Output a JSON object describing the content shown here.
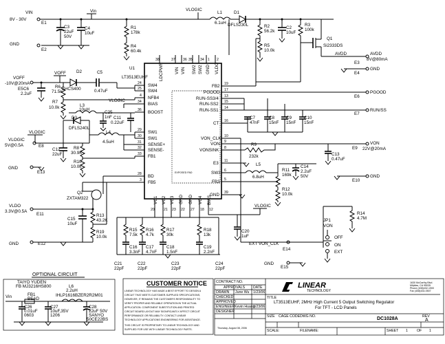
{
  "schematic": {
    "ic": {
      "ref": "U1",
      "part": "LT3513EUHF",
      "exposed_pad": "EXPOSED PAD",
      "left_pins": [
        {
          "name": "SW4",
          "num": "24"
        },
        {
          "name": "SW4",
          "num": "25"
        },
        {
          "name": "NFB4",
          "num": "4"
        },
        {
          "name": "BIAS",
          "num": "34"
        },
        {
          "name": "BOOST",
          "num": "36"
        },
        {
          "name": "SW1",
          "num": "29"
        },
        {
          "name": "SW1",
          "num": "30"
        },
        {
          "name": "SENSE+",
          "num": "31"
        },
        {
          "name": "SENSE-",
          "num": "32"
        },
        {
          "name": "FB1",
          "num": "33"
        },
        {
          "name": "BD",
          "num": "28"
        },
        {
          "name": "FB5",
          "num": "3"
        }
      ],
      "top_pins": [
        {
          "name": "LDCPWR",
          "num": "38"
        },
        {
          "name": "VIN",
          "num": "37"
        },
        {
          "name": "VIN",
          "num": "36"
        },
        {
          "name": "SW2",
          "num": "35"
        },
        {
          "name": "SW2",
          "num": "34"
        },
        {
          "name": "GND",
          "num": "1"
        },
        {
          "name": "VLDO",
          "num": "2"
        }
      ],
      "right_pins": [
        {
          "name": "FB2",
          "num": "19"
        },
        {
          "name": "PGOOD",
          "num": "17"
        },
        {
          "name": "RUN-SS3/4",
          "num": "13"
        },
        {
          "name": "RUN-SS2",
          "num": "15"
        },
        {
          "name": "RUN-SS1",
          "num": "14"
        },
        {
          "name": "CT",
          "num": "16"
        },
        {
          "name": "VON_CLK",
          "num": "10"
        },
        {
          "name": "VON",
          "num": "9"
        },
        {
          "name": "VONSINK",
          "num": "8"
        },
        {
          "name": "E3",
          "num": "11"
        },
        {
          "name": "SW3",
          "num": "6"
        },
        {
          "name": "FB3",
          "num": "5"
        },
        {
          "name": "GND",
          "num": "39"
        }
      ],
      "bottom_pins": [
        {
          "name": "VC1",
          "num": "20"
        },
        {
          "name": "VC2",
          "num": "21"
        },
        {
          "name": "VC3",
          "num": "23"
        },
        {
          "name": "GND",
          "num": "22"
        },
        {
          "name": "GND",
          "num": "27"
        },
        {
          "name": "VC4",
          "num": "18"
        },
        {
          "name": "BIAS",
          "num": "12"
        }
      ]
    },
    "terminals": {
      "vin": [
        "VIN",
        "8V - 30V",
        "E1"
      ],
      "gnd_e2": [
        "GND",
        "E2"
      ],
      "voff": [
        "VOFF",
        "-10V@20mA",
        "E5"
      ],
      "vlogic_e8": [
        "VLOGIC",
        "5V@0.5A",
        "E8"
      ],
      "gnd_e13": [
        "GND",
        "E13"
      ],
      "vldo": [
        "VLDO",
        "3.3V@0.5A",
        "E11"
      ],
      "gnd_e12": [
        "GND",
        "E12"
      ],
      "avdd": [
        "AVDD",
        "8V@80mA",
        "E3"
      ],
      "gnd_e4": [
        "GND",
        "E4"
      ],
      "pgood": [
        "PGOOD",
        "E6"
      ],
      "runss": [
        "RUN/SS",
        "E7"
      ],
      "von": [
        "VON",
        "22V@20mA",
        "E9"
      ],
      "gnd_e10": [
        "GND",
        "E10"
      ],
      "von_clk": [
        "EXT VON_CLK",
        "E14"
      ],
      "gnd_e15": [
        "GND",
        "E15"
      ]
    },
    "parts": {
      "c3": [
        "C3",
        "22uF",
        "50V"
      ],
      "c4": [
        "C4",
        "10uF"
      ],
      "r1": [
        "R1",
        "178k"
      ],
      "r4": [
        "R4",
        "60.4k"
      ],
      "l1": [
        "L1",
        "6.1uH"
      ],
      "d1": [
        "D1",
        "DFLS230L"
      ],
      "r2": [
        "R2",
        "56.2k"
      ],
      "r5": [
        "R5",
        "10.0k"
      ],
      "c2": [
        "C2",
        "10uF"
      ],
      "r3": [
        "R3",
        "100k"
      ],
      "q1": [
        "Q1",
        "Si2333DS"
      ],
      "avdd_net": "AVDD",
      "d2": [
        "D2",
        "ZHCS400"
      ],
      "c5": [
        "C5",
        "0.47uF"
      ],
      "c6": [
        "C6",
        "2.2uF"
      ],
      "r6": [
        "R6",
        "71.5k"
      ],
      "r7": [
        "R7",
        "10.0k"
      ],
      "l3": [
        "L3",
        "10uH"
      ],
      "c25": [
        "C25",
        "1nF"
      ],
      "c11": [
        "C11",
        "0.22uF"
      ],
      "d3": [
        "D3",
        "DFLS240L"
      ],
      "l4": [
        "L4",
        "4.5uH"
      ],
      "c12": [
        "C12",
        "22uF"
      ],
      "r8": [
        "R8",
        "30.9K"
      ],
      "r10": [
        "R10",
        "10.0k"
      ],
      "q2": [
        "Q2",
        "ZXTAM322"
      ],
      "r13": [
        "R13",
        "43.2K"
      ],
      "c15": [
        "C15",
        "10uF"
      ],
      "r19": [
        "R19",
        "10.0k"
      ],
      "c7": [
        "C7",
        "47nF"
      ],
      "c8": [
        "C8",
        "15nF"
      ],
      "c9": [
        "C9",
        "15nF"
      ],
      "c10": [
        "C10",
        "15nF"
      ],
      "r9": [
        "R9",
        "232k"
      ],
      "c13": [
        "C13",
        "0.47uF"
      ],
      "l5": [
        "L5",
        "6.8uH"
      ],
      "r11": [
        "R11",
        "169k"
      ],
      "c14": [
        "C14",
        "2.2uF",
        "50V"
      ],
      "r12": [
        "R12",
        "10.0k"
      ],
      "r15": [
        "R15",
        "7.5k"
      ],
      "c16": [
        "C16",
        "3.3nF"
      ],
      "r16": [
        "R16",
        "4.7k"
      ],
      "c17": [
        "C17",
        "4.7nF"
      ],
      "r17": [
        "R17",
        "30k"
      ],
      "c18": [
        "C18",
        "1.5nF"
      ],
      "r18": [
        "R18",
        "13k"
      ],
      "c19": [
        "C19",
        "2.2nF"
      ],
      "c20": [
        "C20",
        "1uF"
      ],
      "c21": [
        "C21",
        "22pF"
      ],
      "c22": [
        "C22",
        "22pF"
      ],
      "c23": [
        "C23",
        "22pF"
      ],
      "c24": [
        "C24",
        "22pF"
      ],
      "jp1": [
        "JP1",
        "VON"
      ],
      "jp_states": [
        "OFF",
        "ON",
        "EXT"
      ],
      "r14": [
        "R14",
        "4.7M"
      ]
    },
    "nets": {
      "vlogic": "VLOGIC",
      "vin": "Vin",
      "voff": "VOFF"
    }
  },
  "optional_circuit": {
    "title": "OPTIONAL CIRCUIT",
    "maker": "TAIYO YUDEN",
    "fb_part": "FB  MJ3216HS800",
    "fb1": [
      "FB1",
      "BEAD"
    ],
    "l6": [
      "L6",
      "2.2uH",
      "IHLP1616BZER2R2M01"
    ],
    "vin": "Vin",
    "c26": [
      "C26",
      "0.01uF",
      "0603"
    ],
    "c27": [
      "C27",
      "10uF,35V",
      "1206"
    ],
    "c28": [
      "C28",
      "22uF 50V",
      "SANYO",
      "50CE22BS"
    ]
  },
  "notice": {
    "title": "CUSTOMER NOTICE",
    "lines": [
      "LINEAR TECHNOLOGY HAS MADE A BEST EFFORT TO DESIGN A",
      "CIRCUIT THAT MEETS CUSTOMER-SUPPLIED SPECIFICATIONS;",
      "HOWEVER, IT REMAINS THE CUSTOMER'S RESPONSIBILITY TO",
      "VERIFY PROPER AND RELIABLE OPERATION IN THE ACTUAL",
      "APPLICATION. COMPONENT SUBSTITUTION AND PRINTED",
      "CIRCUIT BOARD LAYOUT MAY SIGNIFICANTLY AFFECT CIRCUIT",
      "PERFORMANCE OR RELIABILITY. CONTACT LINEAR",
      "TECHNOLOGY APPLICATIONS ENGINEERING FOR ASSISTANCE.",
      "THIS CIRCUIT IS PROPRIETARY TO LINEAR TECHNOLOGY AND",
      "SUPPLIED FOR USE WITH LINEAR TECHNOLOGY PARTS."
    ]
  },
  "title_block": {
    "contract_no": "CONTRACT NO.",
    "approvals": "APPROVALS",
    "date": "DATE",
    "rows": [
      {
        "role": "DRAWN",
        "name": "June Wu",
        "date": "1/23/06"
      },
      {
        "role": "CHECKED",
        "name": "",
        "date": ""
      },
      {
        "role": "APPROVED",
        "name": "",
        "date": ""
      },
      {
        "role": "ENGINEER",
        "name": "Kevin Huang",
        "date": "1/23/06"
      },
      {
        "role": "DESIGNER",
        "name": "",
        "date": ""
      }
    ],
    "brand": "LINEAR",
    "brand_sub": "TECHNOLOGY",
    "address": [
      "1630 McCarthy Blvd.",
      "Milpitas, CA 95035",
      "Phone (408)432-1900",
      "Fax (408)434-0507"
    ],
    "title_label": "TITLE",
    "title_line1": "LT3513EUHF, 2MHz High Current 5 Output Switching Regulator",
    "title_line2": "For TFT - LCD Panels",
    "size_label": "SIZE",
    "cage_label": "CAGE CODE",
    "dwg_label": "DWG NO.",
    "dwg_no": "DC1028A",
    "rev_label": "REV",
    "rev": "A",
    "scale_label": "SCALE:",
    "filename_label": "FILENAME:",
    "sheet_label": "SHEET",
    "sheet_no": "1",
    "of_label": "OF",
    "sheet_total": "1",
    "printed": "Thursday, August 08, 2006"
  }
}
